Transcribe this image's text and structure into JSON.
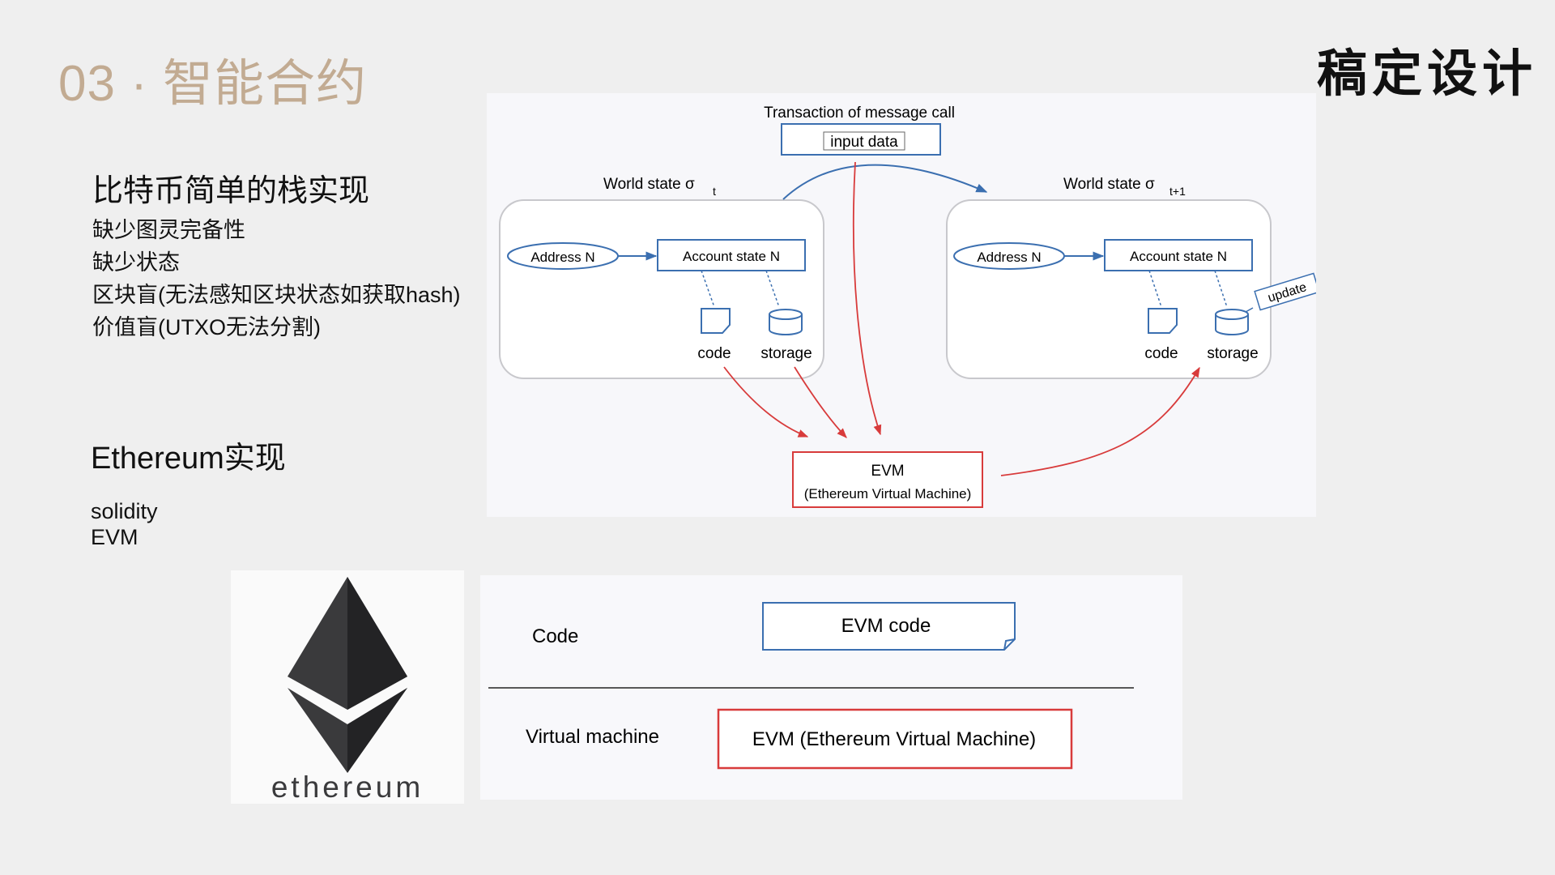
{
  "slide": {
    "title": "03 · 智能合约",
    "brand": "稿定设计"
  },
  "bitcoin": {
    "heading": "比特币简单的栈实现",
    "items": [
      "缺少图灵完备性",
      "缺少状态",
      "区块盲(无法感知区块状态如获取hash)",
      "价值盲(UTXO无法分割)"
    ]
  },
  "ethereum": {
    "heading": "Ethereum实现",
    "items": [
      "solidity",
      "EVM"
    ]
  },
  "world_state_diagram": {
    "transaction_label": "Transaction of message call",
    "input_data": "input data",
    "left_state": {
      "label": "World state σ",
      "subscript": "t",
      "address": "Address N",
      "account": "Account state N",
      "code": "code",
      "storage": "storage"
    },
    "right_state": {
      "label": "World state σ",
      "subscript": "t+1",
      "address": "Address N",
      "account": "Account state N",
      "code": "code",
      "storage": "storage",
      "update": "update"
    },
    "evm_title": "EVM",
    "evm_subtitle": "(Ethereum Virtual Machine)"
  },
  "eth_logo": {
    "wordmark": "ethereum"
  },
  "evm_table": {
    "rows": [
      {
        "label": "Code",
        "value": "EVM code"
      },
      {
        "label": "Virtual machine",
        "value": "EVM (Ethereum Virtual Machine)"
      }
    ]
  },
  "colors": {
    "title": "#c2ab92",
    "blue": "#3b6fb0",
    "red": "#d83b3b"
  }
}
